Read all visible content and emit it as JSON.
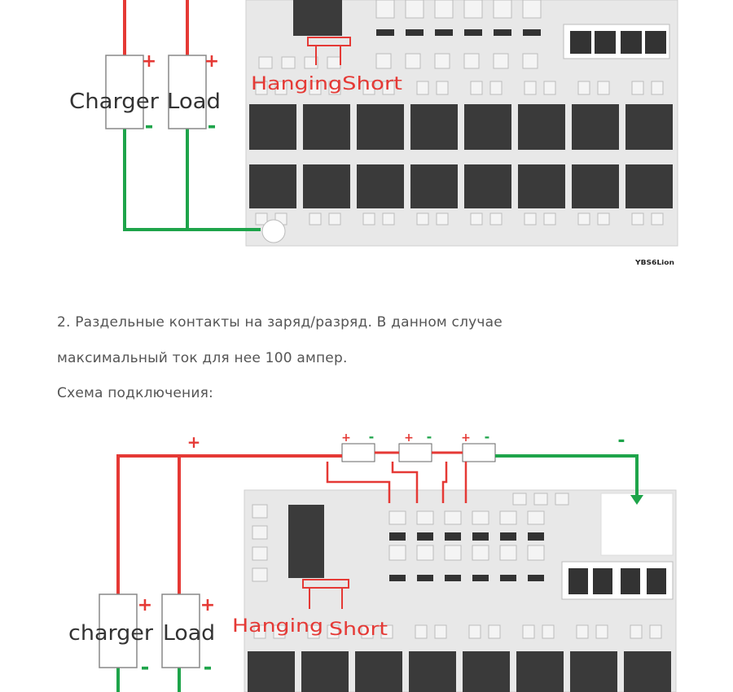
{
  "colors": {
    "positive_wire": "#e53935",
    "negative_wire": "#1ea44a",
    "label_red": "#e53935",
    "board": "#e9e9e9",
    "mosfet": "#3a3a3a"
  },
  "top_diagram": {
    "charger_label": "Charger",
    "load_label": "Load",
    "plus_sign": "+",
    "minus_sign": "-",
    "hanging_label": "Hanging",
    "short_label": "Short",
    "board_tag": "YBS6Lion"
  },
  "text": {
    "line1": "2. Раздельные контакты на заряд/разряд. В данном случае",
    "line2": "максимальный ток для нее 100 ампер.",
    "line3": "Схема подключения:"
  },
  "bottom_diagram": {
    "charger_label": "charger",
    "load_label": "Load",
    "plus_sign": "+",
    "minus_sign": "-",
    "hanging_label": "Hanging",
    "short_label": "Short",
    "top_plus": "+",
    "top_minus": "-"
  }
}
